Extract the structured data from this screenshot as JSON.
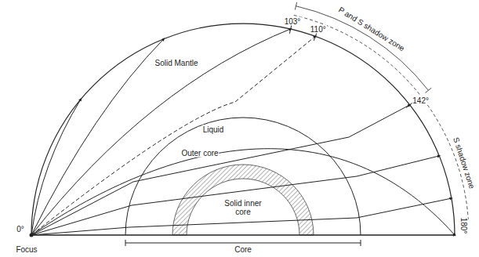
{
  "diagram": {
    "labels": [
      "103°",
      "110°",
      "P and S shadow zone",
      "142°",
      "S shadow zone",
      "180°",
      "Solid Mantle",
      "Liquid",
      "Outer core",
      "Solid inner core",
      "Core",
      "0°",
      "Focus"
    ]
  }
}
